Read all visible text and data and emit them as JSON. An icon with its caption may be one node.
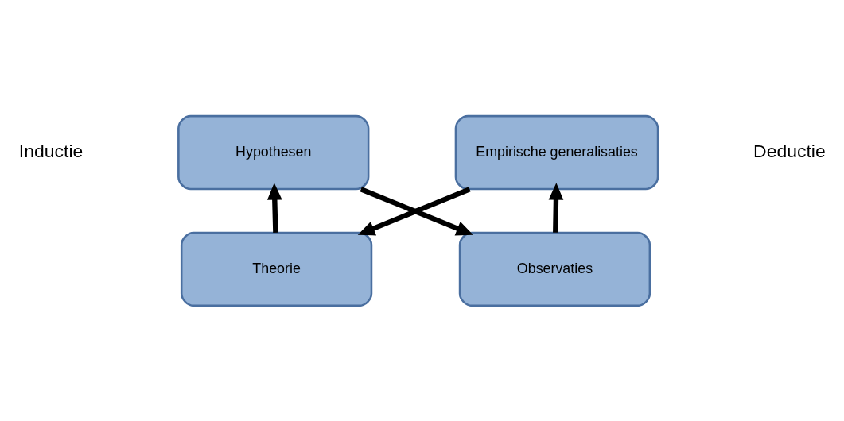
{
  "diagram": {
    "nodes": [
      {
        "text": [
          "Theorie"
        ]
      },
      {
        "text": [
          "Hypothesen"
        ]
      },
      {
        "text": [
          "Observaties"
        ]
      },
      {
        "text": [
          "Empirische generalisaties"
        ]
      }
    ],
    "edges": [
      {
        "from": 0,
        "to": 1,
        "arrow": "to"
      },
      {
        "from": 1,
        "to": 2,
        "arrow": "to"
      },
      {
        "from": 2,
        "to": 3,
        "arrow": "to"
      },
      {
        "from": 3,
        "to": 0,
        "arrow": "to"
      }
    ],
    "labels": [
      "Deductie",
      "Inductie"
    ]
  }
}
